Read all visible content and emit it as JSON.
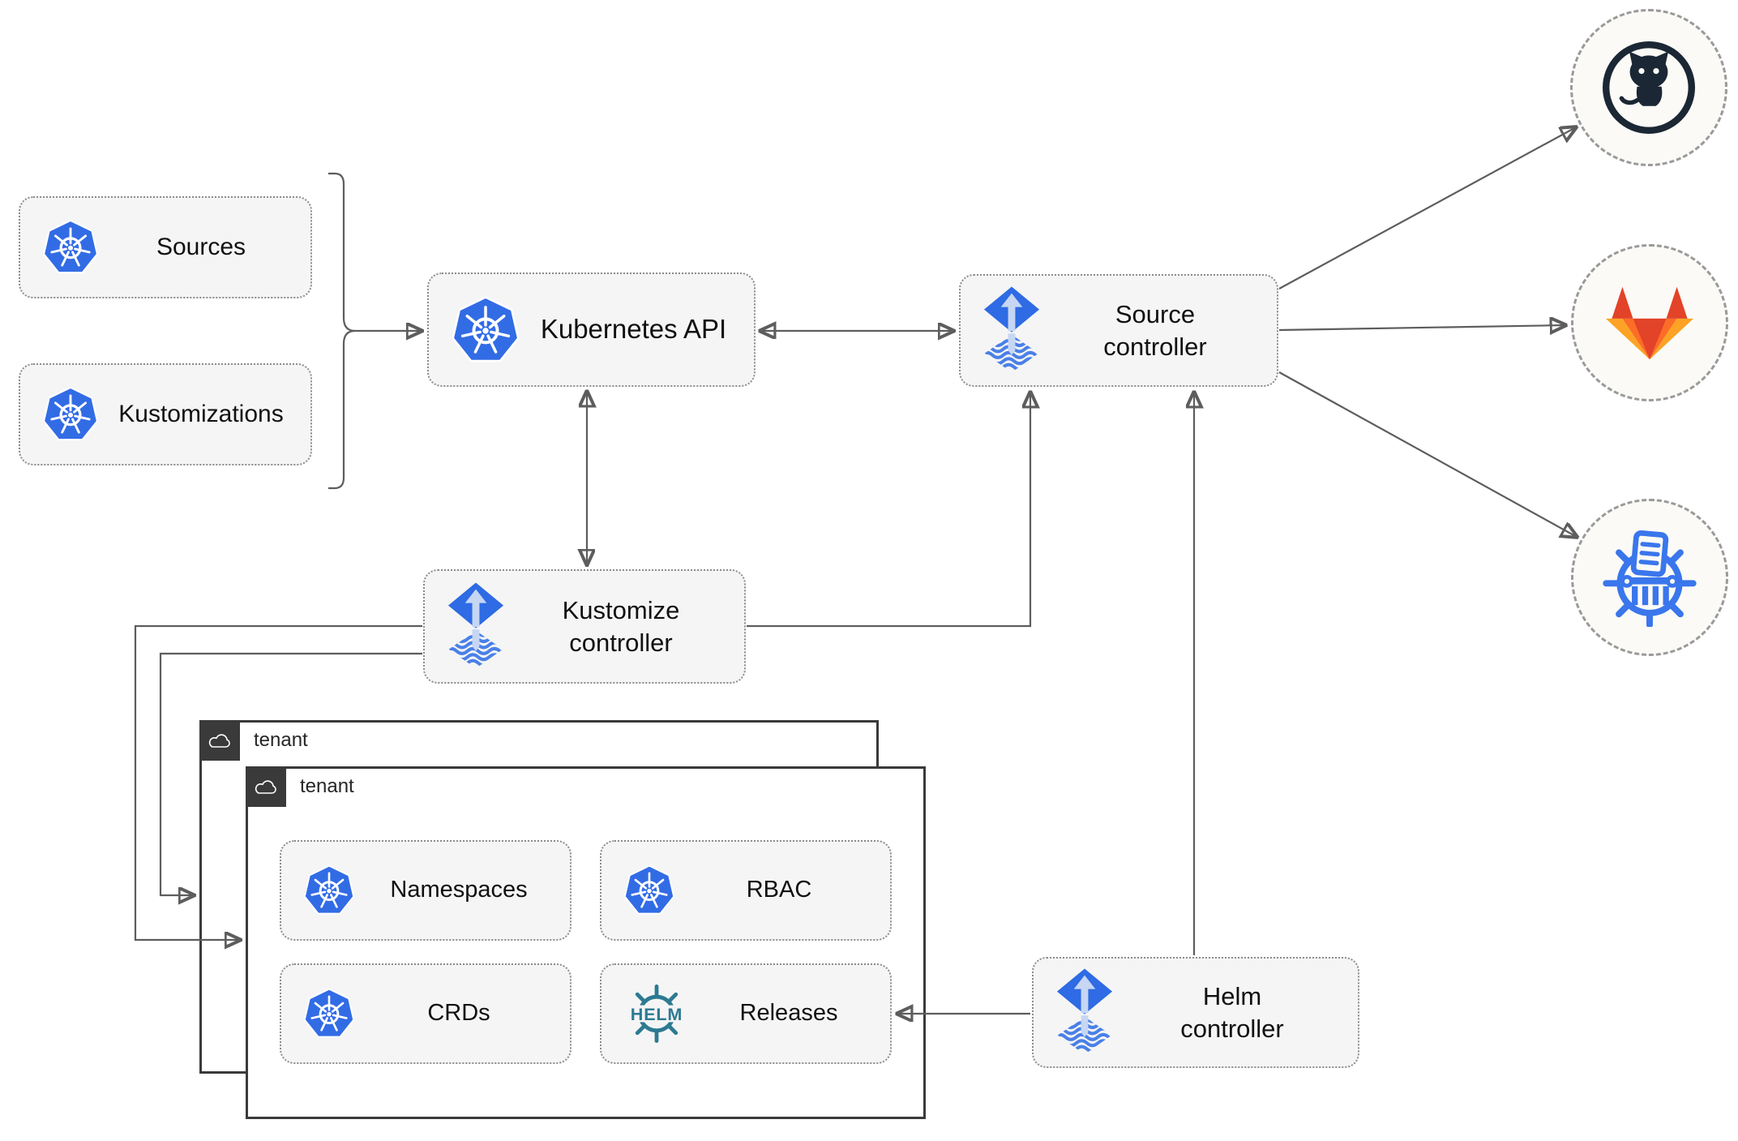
{
  "nodes": {
    "sources": {
      "label": "Sources",
      "icon": "kubernetes"
    },
    "kustomizations": {
      "label": "Kustomizations",
      "icon": "kubernetes"
    },
    "kubernetes_api": {
      "label": "Kubernetes API",
      "icon": "kubernetes"
    },
    "source_controller": {
      "line1": "Source",
      "line2": "controller",
      "icon": "flux"
    },
    "kustomize_controller": {
      "line1": "Kustomize",
      "line2": "controller",
      "icon": "flux"
    },
    "helm_controller": {
      "line1": "Helm",
      "line2": "controller",
      "icon": "flux"
    }
  },
  "tenants": {
    "back": {
      "label": "tenant",
      "icon": "cloud"
    },
    "front": {
      "label": "tenant",
      "icon": "cloud"
    }
  },
  "tenant_resources": {
    "namespaces": {
      "label": "Namespaces",
      "icon": "kubernetes"
    },
    "rbac": {
      "label": "RBAC",
      "icon": "kubernetes"
    },
    "crds": {
      "label": "CRDs",
      "icon": "kubernetes"
    },
    "releases": {
      "label": "Releases",
      "icon": "helm-wheel"
    }
  },
  "endpoints": {
    "github": {
      "icon": "github"
    },
    "gitlab": {
      "icon": "gitlab"
    },
    "chart_repository": {
      "icon": "chart-repository"
    }
  },
  "helm_logo_text": "HELM",
  "colors": {
    "kubernetes_blue": "#326ce5",
    "flux_blue": "#2e6be4",
    "flux_light": "#c6d6f3",
    "helm_teal": "#2c7a92",
    "github_dark": "#1b2734",
    "gitlab_red": "#e24329",
    "gitlab_orange": "#fc6d26",
    "gitlab_amber": "#fca326",
    "wire_gray": "#5d5d5d",
    "box_fill": "#f5f5f5",
    "tenant_border": "#3a3a3a"
  }
}
